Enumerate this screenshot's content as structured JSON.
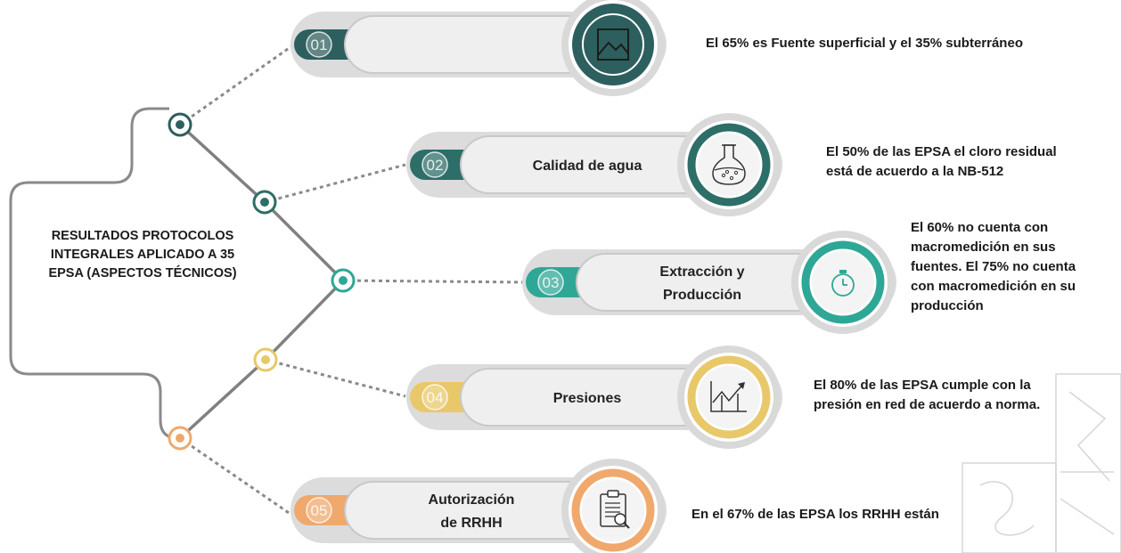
{
  "title": {
    "lines": [
      "RESULTADOS PROTOCOLOS",
      "INTEGRALES APLICADO A 35",
      "EPSA (ASPECTOS TÉCNICOS)"
    ]
  },
  "items": [
    {
      "number": "01",
      "label": [],
      "icon": "image-icon",
      "color": "#2d5f5e",
      "caption": [
        "El 65% es Fuente superficial y el 35% subterráneo"
      ]
    },
    {
      "number": "02",
      "label": [
        "Calidad de agua"
      ],
      "icon": "flask-icon",
      "color": "#2d6e68",
      "caption": [
        "El 50% de las EPSA el cloro residual",
        "está de acuerdo a la NB-512"
      ]
    },
    {
      "number": "03",
      "label": [
        "Extracción y",
        "Producción"
      ],
      "icon": "stopwatch-icon",
      "color": "#2fa796",
      "caption": [
        "El 60% no cuenta con",
        "macromedición en sus",
        "fuentes. El 75% no cuenta",
        "con macromedición en su",
        "producción"
      ]
    },
    {
      "number": "04",
      "label": [
        "Presiones"
      ],
      "icon": "chart-growth-icon",
      "color": "#e8c869",
      "caption": [
        "El 80% de las EPSA cumple con la",
        "presión en red de acuerdo a norma."
      ]
    },
    {
      "number": "05",
      "label": [
        "Autorización",
        "de RRHH"
      ],
      "icon": "clipboard-search-icon",
      "color": "#f0a86c",
      "caption": [
        "En el 67% de las EPSA los RRHH están"
      ]
    }
  ]
}
